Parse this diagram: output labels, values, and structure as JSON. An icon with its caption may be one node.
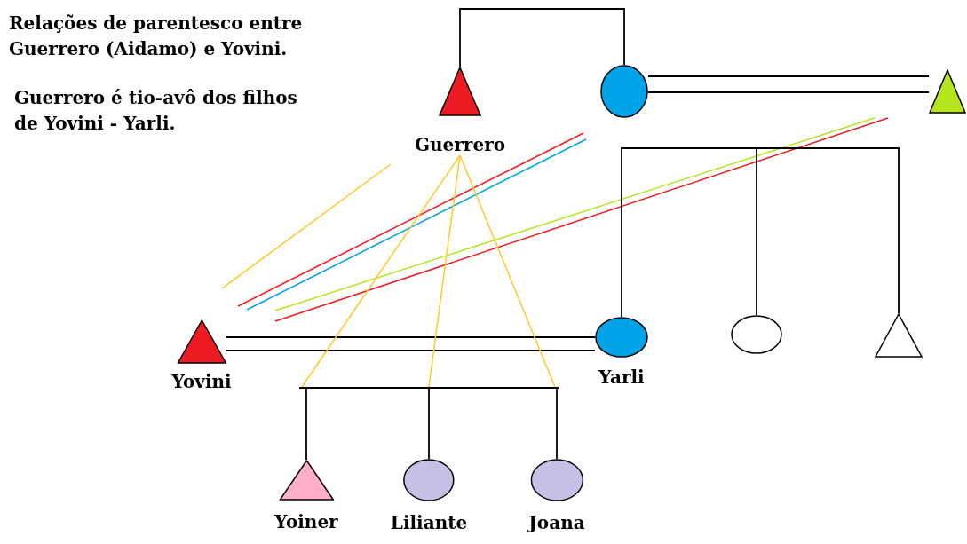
{
  "diagram": {
    "title": "Relações de parentesco entre Guerrero (Aidamo) e Yovini.",
    "nodes": [
      {
        "text": [
          "Guerrero"
        ]
      },
      {
        "text": [],
        "shape": "circle"
      },
      {
        "text": [],
        "shape": "triangle"
      },
      {
        "text": [
          "Yovini"
        ]
      },
      {
        "text": [
          "Yarli"
        ]
      },
      {
        "text": [],
        "shape": "circle"
      },
      {
        "text": [],
        "shape": "triangle"
      },
      {
        "text": [
          "Yoiner"
        ]
      },
      {
        "text": [
          "Liliante"
        ]
      },
      {
        "text": [
          "Joana"
        ]
      },
      {
        "text": [],
        "shape": "bar"
      },
      {
        "text": [],
        "shape": "bar"
      }
    ],
    "edges": [
      {
        "from": 0,
        "to": 1,
        "arrow": "none"
      },
      {
        "from": 1,
        "to": 2,
        "arrow": "none"
      },
      {
        "from": 3,
        "to": 4,
        "arrow": "none"
      },
      {
        "from": 0,
        "to": 11,
        "arrow": "none",
        "color": "#ffc82a"
      },
      {
        "from": 0,
        "to": 11,
        "arrow": "none",
        "color": "#ffc82a"
      },
      {
        "from": 0,
        "to": 11,
        "arrow": "none",
        "color": "#ffc82a"
      },
      {
        "from": 10,
        "to": 4,
        "arrow": "none"
      },
      {
        "from": 10,
        "to": 5,
        "arrow": "none"
      },
      {
        "from": 10,
        "to": 6,
        "arrow": "none"
      },
      {
        "from": 11,
        "to": 7,
        "arrow": "none"
      },
      {
        "from": 11,
        "to": 8,
        "arrow": "none"
      },
      {
        "from": 11,
        "to": 9,
        "arrow": "none"
      }
    ],
    "labels": [
      "Guerrero é tio-avô dos filhos de Yovini - Yarli."
    ]
  }
}
